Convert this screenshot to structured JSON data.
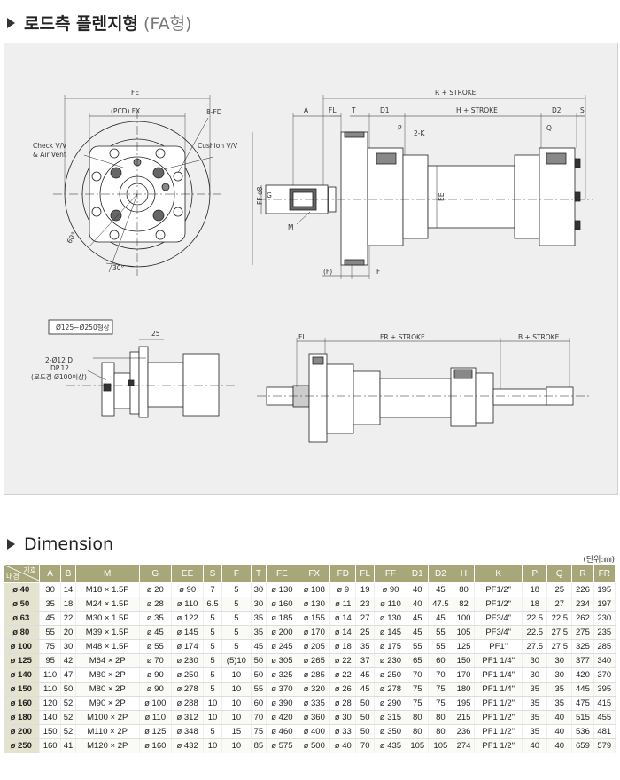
{
  "section1": {
    "title": "로드측 플렌지형",
    "suffix": "(FA형)"
  },
  "section2": {
    "title": "Dimension",
    "unit": "(단위:㎜)"
  },
  "drawing": {
    "labels": {
      "fe": "FE",
      "pcd": "(PCD) FX",
      "fd": "8-FD",
      "check": "Check V/V",
      "airvent": "& Air Vent",
      "cushion": "Cushion V/V",
      "deg60": "60°",
      "deg30": "30°",
      "ff": "FF e8",
      "g": "G",
      "m": "M",
      "ee": "EE",
      "a": "A",
      "fl": "FL",
      "t": "T",
      "d1": "D1",
      "hstroke": "H + STROKE",
      "d2": "D2",
      "s": "S",
      "rstroke": "R + STROKE",
      "p": "P",
      "k": "2-K",
      "q": "Q",
      "fparen": "(F)",
      "f": "F",
      "note": "Ø125~Ø250형상",
      "d12": "2-Ø12 D",
      "dp12": "DP.12",
      "rodnote": "(로드경 Ø100이상)",
      "n25": "25",
      "fl2": "FL",
      "frstroke": "FR + STROKE",
      "bstroke": "B + STROKE"
    }
  },
  "table": {
    "corner_top": "기호",
    "corner_bottom": "내경",
    "headers": [
      "A",
      "B",
      "M",
      "G",
      "EE",
      "S",
      "F",
      "T",
      "FE",
      "FX",
      "FD",
      "FL",
      "FF",
      "D1",
      "D2",
      "H",
      "K",
      "P",
      "Q",
      "R",
      "FR"
    ],
    "rows": [
      [
        "ø 40",
        "30",
        "14",
        "M18 × 1.5P",
        "ø 20",
        "ø 90",
        "7",
        "5",
        "30",
        "ø 130",
        "ø 108",
        "ø 9",
        "19",
        "ø 90",
        "40",
        "45",
        "80",
        "PF1/2\"",
        "18",
        "25",
        "226",
        "195"
      ],
      [
        "ø 50",
        "35",
        "18",
        "M24 × 1.5P",
        "ø 28",
        "ø 110",
        "6.5",
        "5",
        "30",
        "ø 160",
        "ø 130",
        "ø 11",
        "23",
        "ø 110",
        "40",
        "47.5",
        "82",
        "PF1/2\"",
        "18",
        "27",
        "234",
        "197"
      ],
      [
        "ø 63",
        "45",
        "22",
        "M30 × 1.5P",
        "ø 35",
        "ø 122",
        "5",
        "5",
        "35",
        "ø 185",
        "ø 155",
        "ø 14",
        "27",
        "ø 130",
        "45",
        "45",
        "100",
        "PF3/4\"",
        "22.5",
        "22.5",
        "262",
        "230"
      ],
      [
        "ø 80",
        "55",
        "20",
        "M39 × 1.5P",
        "ø 45",
        "ø 145",
        "5",
        "5",
        "35",
        "ø 200",
        "ø 170",
        "ø 14",
        "25",
        "ø 145",
        "45",
        "55",
        "105",
        "PF3/4\"",
        "22.5",
        "27.5",
        "275",
        "235"
      ],
      [
        "ø 100",
        "75",
        "30",
        "M48 × 1.5P",
        "ø 55",
        "ø 174",
        "5",
        "5",
        "45",
        "ø 245",
        "ø 205",
        "ø 18",
        "35",
        "ø 175",
        "55",
        "55",
        "125",
        "PF1\"",
        "27.5",
        "27.5",
        "325",
        "285"
      ],
      [
        "ø 125",
        "95",
        "42",
        "M64 × 2P",
        "ø 70",
        "ø 230",
        "5",
        "(5)10",
        "50",
        "ø 305",
        "ø 265",
        "ø 22",
        "37",
        "ø 230",
        "65",
        "60",
        "150",
        "PF1 1/4\"",
        "30",
        "30",
        "377",
        "340"
      ],
      [
        "ø 140",
        "110",
        "47",
        "M80 × 2P",
        "ø 90",
        "ø 250",
        "5",
        "10",
        "50",
        "ø 325",
        "ø 285",
        "ø 22",
        "45",
        "ø 250",
        "70",
        "70",
        "170",
        "PF1 1/4\"",
        "30",
        "30",
        "420",
        "370"
      ],
      [
        "ø 150",
        "110",
        "50",
        "M80 × 2P",
        "ø 90",
        "ø 278",
        "5",
        "10",
        "55",
        "ø 370",
        "ø 320",
        "ø 26",
        "45",
        "ø 278",
        "75",
        "75",
        "180",
        "PF1 1/4\"",
        "35",
        "35",
        "445",
        "395"
      ],
      [
        "ø 160",
        "120",
        "52",
        "M90 × 2P",
        "ø 100",
        "ø 288",
        "10",
        "10",
        "60",
        "ø 390",
        "ø 335",
        "ø 28",
        "50",
        "ø 290",
        "75",
        "75",
        "195",
        "PF1 1/2\"",
        "35",
        "35",
        "475",
        "415"
      ],
      [
        "ø 180",
        "140",
        "52",
        "M100 × 2P",
        "ø 110",
        "ø 312",
        "10",
        "10",
        "70",
        "ø 420",
        "ø 360",
        "ø 30",
        "50",
        "ø 315",
        "80",
        "80",
        "215",
        "PF1 1/2\"",
        "35",
        "40",
        "515",
        "455"
      ],
      [
        "ø 200",
        "150",
        "52",
        "M110 × 2P",
        "ø 125",
        "ø 348",
        "5",
        "15",
        "75",
        "ø 460",
        "ø 400",
        "ø 33",
        "50",
        "ø 350",
        "80",
        "80",
        "236",
        "PF1 1/2\"",
        "35",
        "40",
        "536",
        "481"
      ],
      [
        "ø 250",
        "160",
        "41",
        "M120 × 2P",
        "ø 160",
        "ø 432",
        "10",
        "10",
        "85",
        "ø 575",
        "ø 500",
        "ø 40",
        "70",
        "ø 435",
        "105",
        "105",
        "274",
        "PF1 1/2\"",
        "40",
        "40",
        "659",
        "579"
      ]
    ]
  }
}
